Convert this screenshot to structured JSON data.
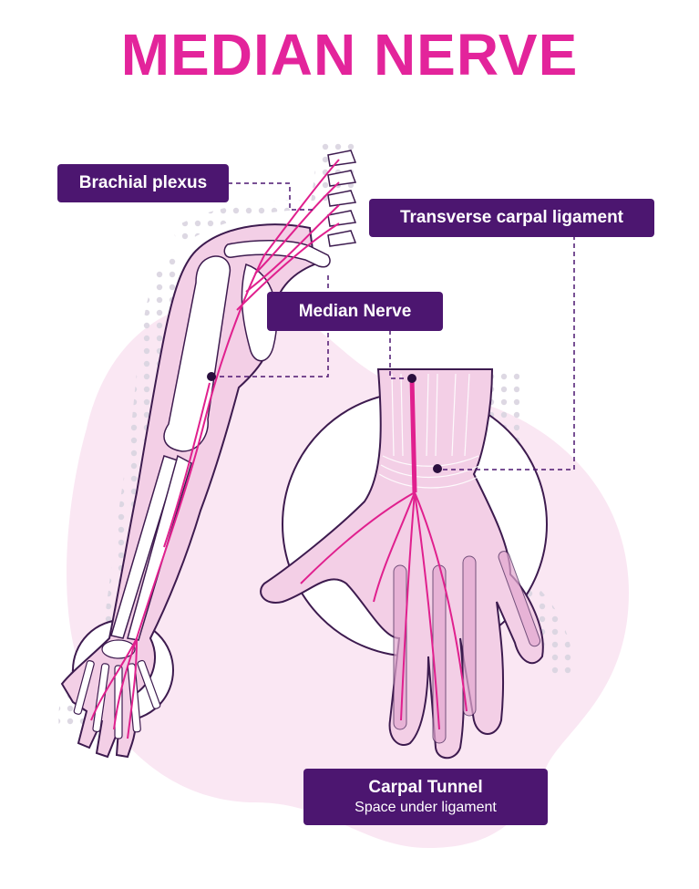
{
  "colors": {
    "title": "#e3249b",
    "label_bg": "#4c1670",
    "nerve": "#e0208e",
    "skin": "#f3cfe6",
    "skin_dark": "#e2a8d0",
    "outline": "#3d1b4f",
    "blob": "#fae7f3",
    "dots": "#d9d4e0",
    "leader": "#4c1670"
  },
  "title": "MEDIAN NERVE",
  "labels": {
    "brachial_plexus": "Brachial plexus",
    "transverse_ligament": "Transverse carpal ligament",
    "median_nerve": "Median Nerve",
    "carpal_tunnel": "Carpal Tunnel",
    "carpal_tunnel_sub": "Space under ligament"
  }
}
